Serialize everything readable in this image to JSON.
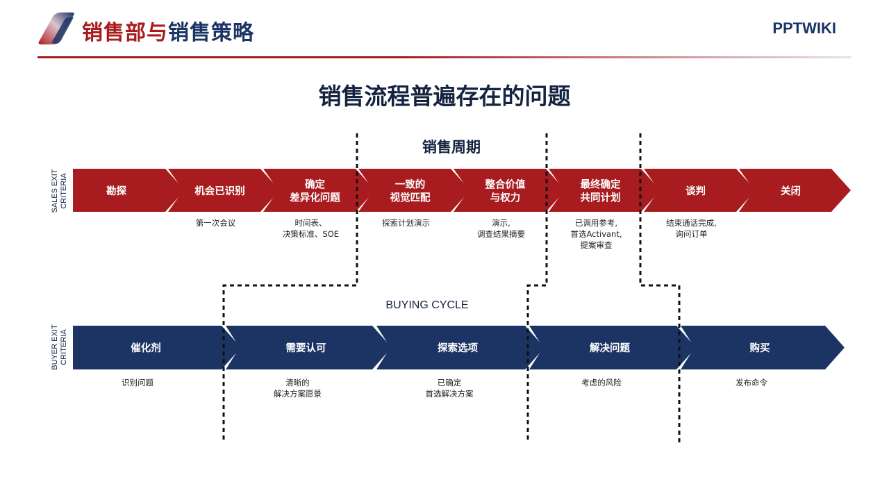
{
  "header": {
    "title_part1": "销售部与",
    "title_part2": "销售策略",
    "brand": "PPTWIKI",
    "colors": {
      "red": "#a81c1f",
      "navy": "#1b3464"
    }
  },
  "main_title": "销售流程普遍存在的问题",
  "sales_cycle": {
    "title": "销售周期",
    "side_label_line1": "SALES EXIT",
    "side_label_line2": "CRITERIA",
    "stages": [
      {
        "label": [
          "勘探"
        ],
        "note": ""
      },
      {
        "label": [
          "机会已识别"
        ],
        "note": "第一次会议"
      },
      {
        "label": [
          "确定",
          "差异化问题"
        ],
        "note": "时间表、\n决策标准、SOE"
      },
      {
        "label": [
          "一致的",
          "视觉匹配"
        ],
        "note": "探索计划演示"
      },
      {
        "label": [
          "整合价值",
          "与权力"
        ],
        "note": "演示,\n调查结果摘要"
      },
      {
        "label": [
          "最终确定",
          "共同计划"
        ],
        "note": "已调用参考,\n首选Activant,\n提案审查"
      },
      {
        "label": [
          "谈判"
        ],
        "note": "结束通话完成,\n询问订单"
      },
      {
        "label": [
          "关闭"
        ],
        "note": ""
      }
    ]
  },
  "buying_cycle": {
    "title": "BUYING CYCLE",
    "side_label_line1": "BUYER EXIT",
    "side_label_line2": "CRITERIA",
    "stages": [
      {
        "label": "催化剂",
        "note": "识别问题"
      },
      {
        "label": "需要认可",
        "note": "清晰的\n解决方案愿景"
      },
      {
        "label": "探索选项",
        "note": "已确定\n首选解决方案"
      },
      {
        "label": "解决问题",
        "note": "考虑的风险"
      },
      {
        "label": "购买",
        "note": "发布命令"
      }
    ]
  }
}
